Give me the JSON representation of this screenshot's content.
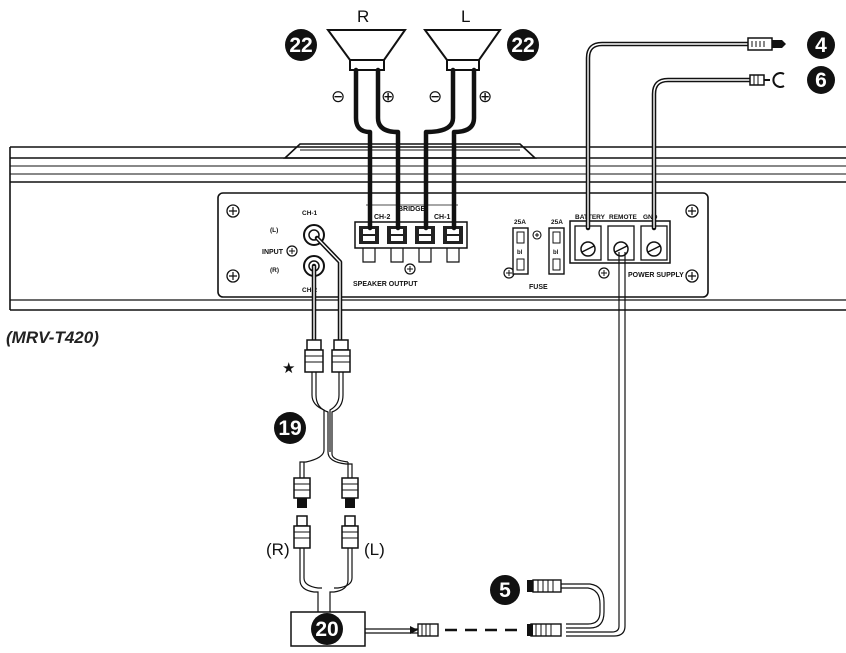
{
  "model": "(MRV-T420)",
  "speaker_right_label": "R",
  "speaker_left_label": "L",
  "polarity": {
    "minus": "⊖",
    "plus": "⊕"
  },
  "callouts": {
    "speakers": "22",
    "battery_lead": "4",
    "ground_lead": "6",
    "remote_lead": "5",
    "rca_cable": "19",
    "head_unit": "20"
  },
  "panel": {
    "bridge": "BRIDGE",
    "ch2": "CH-2",
    "ch1_speaker": "CH-1",
    "speaker_output": "SPEAKER OUTPUT",
    "input": "INPUT",
    "input_ch1": "CH-1",
    "input_ch2": "CH-2",
    "input_l": "(L)",
    "input_r": "(R)",
    "fuse": "FUSE",
    "fuse_rating_1": "25A",
    "fuse_rating_2": "25A",
    "fuse_mark": "bl",
    "battery": "BATTERY",
    "remote": "REMOTE",
    "gnd": "GND",
    "power_supply": "POWER SUPPLY"
  },
  "rca_r": "(R)",
  "rca_l": "(L)",
  "star": "★"
}
